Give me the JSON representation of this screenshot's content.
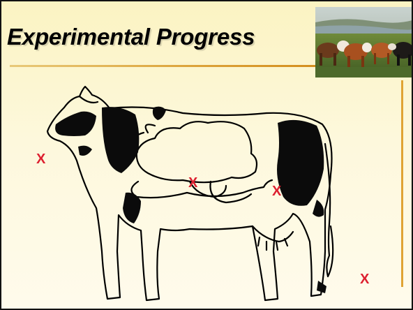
{
  "slide": {
    "title": "Experimental Progress",
    "accent_color": "#d9a138",
    "marker_color": "#dd2030",
    "markers": [
      {
        "label": "X"
      },
      {
        "label": "X"
      },
      {
        "label": "X"
      },
      {
        "label": "X"
      }
    ]
  },
  "images": {
    "photo": "cattle-herd-photo",
    "illustration": "holstein-cow-digestive-outline"
  }
}
